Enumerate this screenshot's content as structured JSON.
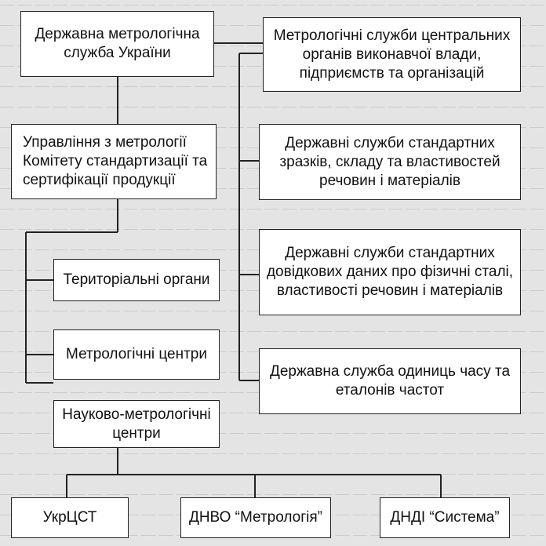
{
  "boxes": {
    "state_metrology_service": "Державна метрологічна служба України",
    "central_bodies_services": "Метрологічні служби центральних органів виконавчої влади, підприємств та організацій",
    "metrology_department": "Управління з метрології Комітету стандартизації та сертифікації продукції",
    "standard_samples_service": "Державні служби стандартних зразків, складу та властивостей речовин і матеріалів",
    "reference_data_service": "Державні служби стандартних довідкових даних про фізичні сталі, властивості речовин і матеріалів",
    "territorial_bodies": "Територіальні органи",
    "metrology_centers": "Метрологічні центри",
    "time_frequency_service": "Державна служба одиниць часу та еталонів частот",
    "scientific_metrology_centers": "Науково-метрологічні центри",
    "ukrcst": "УкрЦСТ",
    "dnvo_metrology": "ДНВО “Метрологія”",
    "dndi_systema": "ДНДІ “Система”"
  }
}
